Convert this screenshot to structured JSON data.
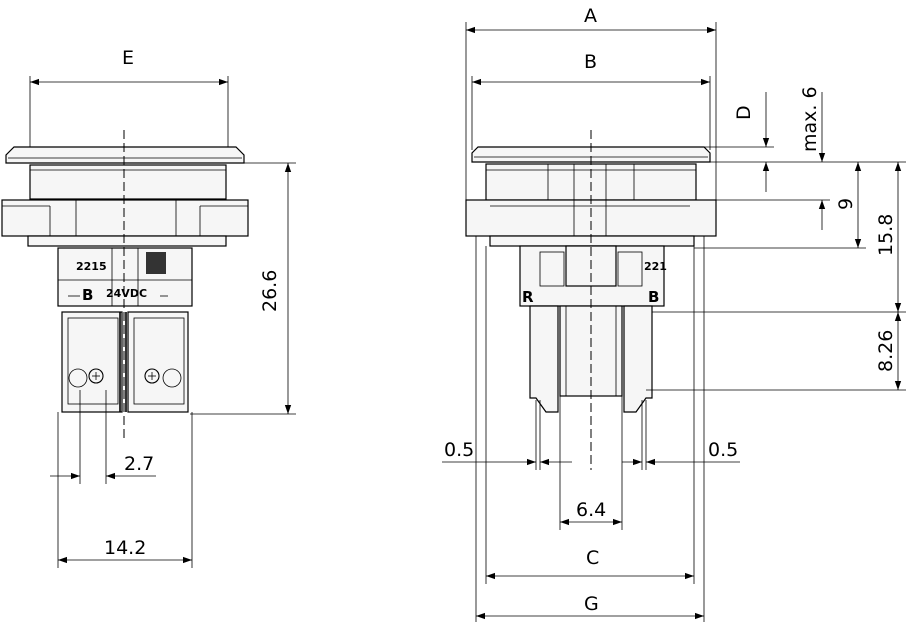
{
  "dimensions": {
    "A": "A",
    "B": "B",
    "C": "C",
    "D": "D",
    "E": "E",
    "G": "G",
    "max6": "max. 6",
    "nine": "9",
    "d15_8": "15.8",
    "d26_6": "26.6",
    "d8_26": "8.26",
    "d2_7": "2.7",
    "d14_2": "14.2",
    "d0_5_left": "0.5",
    "d0_5_right": "0.5",
    "d6_4": "6.4"
  },
  "markings": {
    "code_left": "2215",
    "terminal_b_left": "B",
    "voltage": "24VDC",
    "terminal_r": "R",
    "terminal_b_right": "B",
    "code_right": "221"
  }
}
